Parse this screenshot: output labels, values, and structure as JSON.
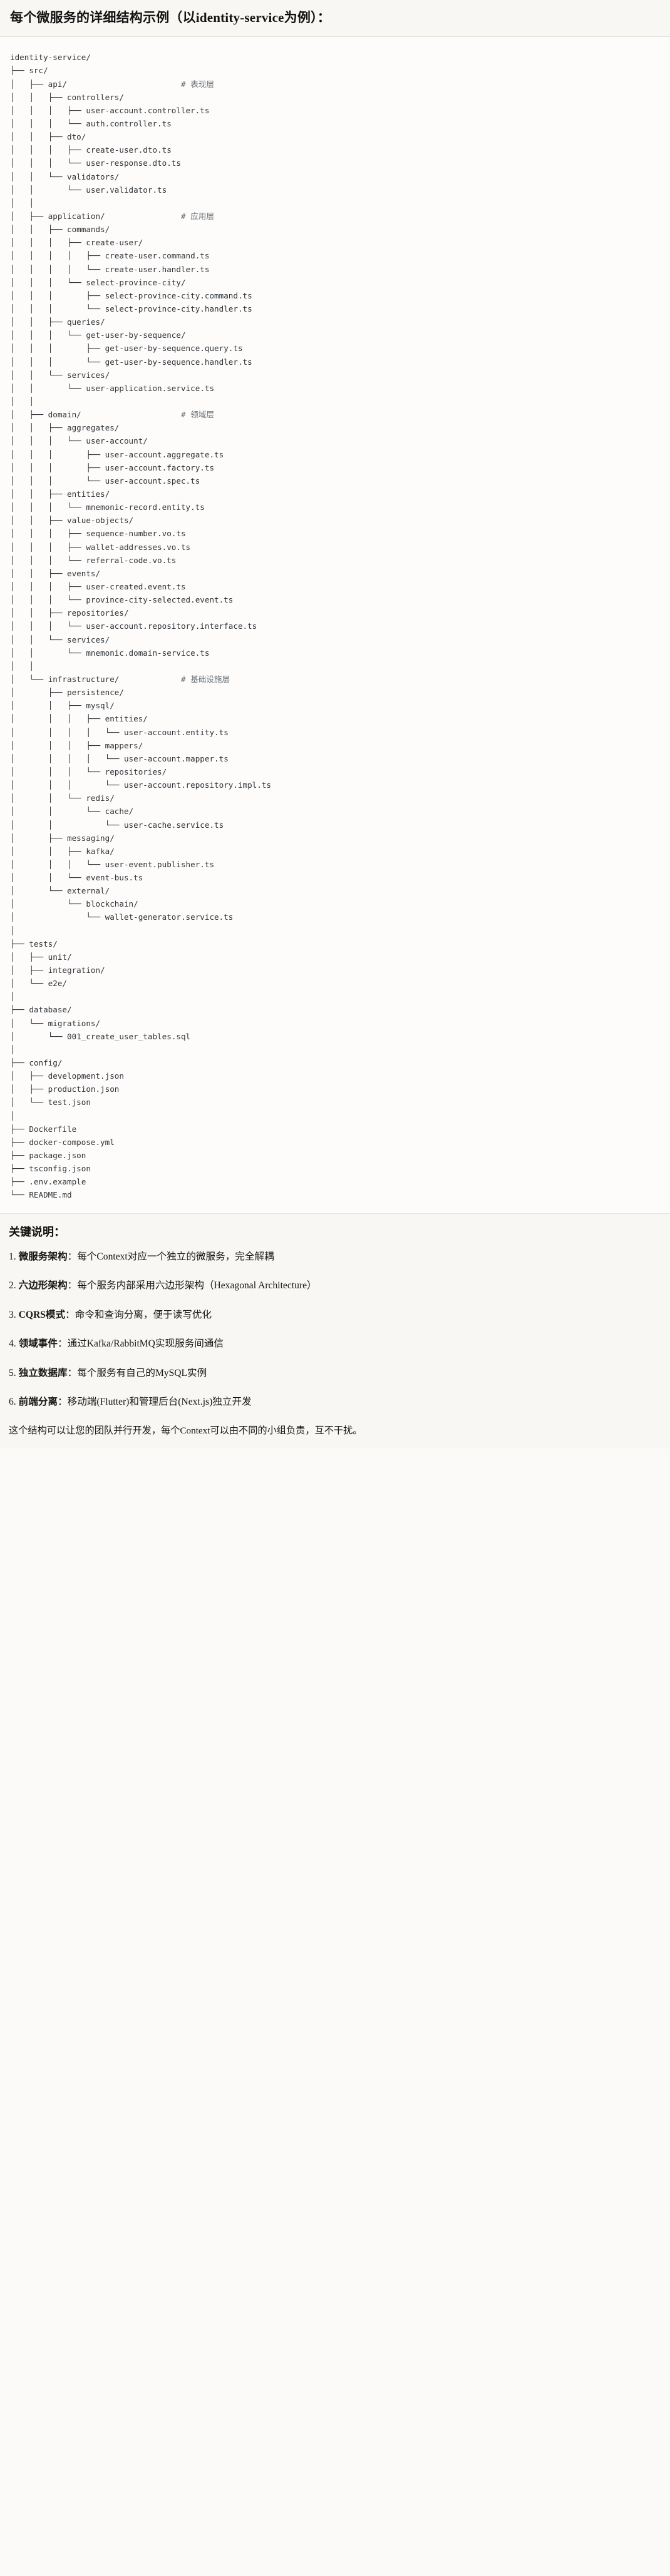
{
  "header": {
    "title": "每个微服务的详细结构示例（以identity-service为例）："
  },
  "tree": {
    "root": "identity-service/",
    "lines": [
      {
        "text": "identity-service/",
        "comment": ""
      },
      {
        "text": "├── src/",
        "comment": ""
      },
      {
        "text": "│   ├── api/",
        "comment": "# 表现层"
      },
      {
        "text": "│   │   ├── controllers/",
        "comment": ""
      },
      {
        "text": "│   │   │   ├── user-account.controller.ts",
        "comment": ""
      },
      {
        "text": "│   │   │   └── auth.controller.ts",
        "comment": ""
      },
      {
        "text": "│   │   ├── dto/",
        "comment": ""
      },
      {
        "text": "│   │   │   ├── create-user.dto.ts",
        "comment": ""
      },
      {
        "text": "│   │   │   └── user-response.dto.ts",
        "comment": ""
      },
      {
        "text": "│   │   └── validators/",
        "comment": ""
      },
      {
        "text": "│   │       └── user.validator.ts",
        "comment": ""
      },
      {
        "text": "│   │",
        "comment": ""
      },
      {
        "text": "│   ├── application/",
        "comment": "# 应用层"
      },
      {
        "text": "│   │   ├── commands/",
        "comment": ""
      },
      {
        "text": "│   │   │   ├── create-user/",
        "comment": ""
      },
      {
        "text": "│   │   │   │   ├── create-user.command.ts",
        "comment": ""
      },
      {
        "text": "│   │   │   │   └── create-user.handler.ts",
        "comment": ""
      },
      {
        "text": "│   │   │   └── select-province-city/",
        "comment": ""
      },
      {
        "text": "│   │   │       ├── select-province-city.command.ts",
        "comment": ""
      },
      {
        "text": "│   │   │       └── select-province-city.handler.ts",
        "comment": ""
      },
      {
        "text": "│   │   ├── queries/",
        "comment": ""
      },
      {
        "text": "│   │   │   └── get-user-by-sequence/",
        "comment": ""
      },
      {
        "text": "│   │   │       ├── get-user-by-sequence.query.ts",
        "comment": ""
      },
      {
        "text": "│   │   │       └── get-user-by-sequence.handler.ts",
        "comment": ""
      },
      {
        "text": "│   │   └── services/",
        "comment": ""
      },
      {
        "text": "│   │       └── user-application.service.ts",
        "comment": ""
      },
      {
        "text": "│   │",
        "comment": ""
      },
      {
        "text": "│   ├── domain/",
        "comment": "# 领域层"
      },
      {
        "text": "│   │   ├── aggregates/",
        "comment": ""
      },
      {
        "text": "│   │   │   └── user-account/",
        "comment": ""
      },
      {
        "text": "│   │   │       ├── user-account.aggregate.ts",
        "comment": ""
      },
      {
        "text": "│   │   │       ├── user-account.factory.ts",
        "comment": ""
      },
      {
        "text": "│   │   │       └── user-account.spec.ts",
        "comment": ""
      },
      {
        "text": "│   │   ├── entities/",
        "comment": ""
      },
      {
        "text": "│   │   │   └── mnemonic-record.entity.ts",
        "comment": ""
      },
      {
        "text": "│   │   ├── value-objects/",
        "comment": ""
      },
      {
        "text": "│   │   │   ├── sequence-number.vo.ts",
        "comment": ""
      },
      {
        "text": "│   │   │   ├── wallet-addresses.vo.ts",
        "comment": ""
      },
      {
        "text": "│   │   │   └── referral-code.vo.ts",
        "comment": ""
      },
      {
        "text": "│   │   ├── events/",
        "comment": ""
      },
      {
        "text": "│   │   │   ├── user-created.event.ts",
        "comment": ""
      },
      {
        "text": "│   │   │   └── province-city-selected.event.ts",
        "comment": ""
      },
      {
        "text": "│   │   ├── repositories/",
        "comment": ""
      },
      {
        "text": "│   │   │   └── user-account.repository.interface.ts",
        "comment": ""
      },
      {
        "text": "│   │   └── services/",
        "comment": ""
      },
      {
        "text": "│   │       └── mnemonic.domain-service.ts",
        "comment": ""
      },
      {
        "text": "│   │",
        "comment": ""
      },
      {
        "text": "│   └── infrastructure/",
        "comment": "# 基础设施层"
      },
      {
        "text": "│       ├── persistence/",
        "comment": ""
      },
      {
        "text": "│       │   ├── mysql/",
        "comment": ""
      },
      {
        "text": "│       │   │   ├── entities/",
        "comment": ""
      },
      {
        "text": "│       │   │   │   └── user-account.entity.ts",
        "comment": ""
      },
      {
        "text": "│       │   │   ├── mappers/",
        "comment": ""
      },
      {
        "text": "│       │   │   │   └── user-account.mapper.ts",
        "comment": ""
      },
      {
        "text": "│       │   │   └── repositories/",
        "comment": ""
      },
      {
        "text": "│       │   │       └── user-account.repository.impl.ts",
        "comment": ""
      },
      {
        "text": "│       │   └── redis/",
        "comment": ""
      },
      {
        "text": "│       │       └── cache/",
        "comment": ""
      },
      {
        "text": "│       │           └── user-cache.service.ts",
        "comment": ""
      },
      {
        "text": "│       ├── messaging/",
        "comment": ""
      },
      {
        "text": "│       │   ├── kafka/",
        "comment": ""
      },
      {
        "text": "│       │   │   └── user-event.publisher.ts",
        "comment": ""
      },
      {
        "text": "│       │   └── event-bus.ts",
        "comment": ""
      },
      {
        "text": "│       └── external/",
        "comment": ""
      },
      {
        "text": "│           └── blockchain/",
        "comment": ""
      },
      {
        "text": "│               └── wallet-generator.service.ts",
        "comment": ""
      },
      {
        "text": "│",
        "comment": ""
      },
      {
        "text": "├── tests/",
        "comment": ""
      },
      {
        "text": "│   ├── unit/",
        "comment": ""
      },
      {
        "text": "│   ├── integration/",
        "comment": ""
      },
      {
        "text": "│   └── e2e/",
        "comment": ""
      },
      {
        "text": "│",
        "comment": ""
      },
      {
        "text": "├── database/",
        "comment": ""
      },
      {
        "text": "│   └── migrations/",
        "comment": ""
      },
      {
        "text": "│       └── 001_create_user_tables.sql",
        "comment": ""
      },
      {
        "text": "│",
        "comment": ""
      },
      {
        "text": "├── config/",
        "comment": ""
      },
      {
        "text": "│   ├── development.json",
        "comment": ""
      },
      {
        "text": "│   ├── production.json",
        "comment": ""
      },
      {
        "text": "│   └── test.json",
        "comment": ""
      },
      {
        "text": "│",
        "comment": ""
      },
      {
        "text": "├── Dockerfile",
        "comment": ""
      },
      {
        "text": "├── docker-compose.yml",
        "comment": ""
      },
      {
        "text": "├── package.json",
        "comment": ""
      },
      {
        "text": "├── tsconfig.json",
        "comment": ""
      },
      {
        "text": "├── .env.example",
        "comment": ""
      },
      {
        "text": "└── README.md",
        "comment": ""
      }
    ]
  },
  "notes": {
    "title": "关键说明：",
    "items": [
      {
        "num": "1. ",
        "term": "微服务架构",
        "sep": "：",
        "desc": "每个Context对应一个独立的微服务，完全解耦"
      },
      {
        "num": "2. ",
        "term": "六边形架构",
        "sep": "：",
        "desc": "每个服务内部采用六边形架构（Hexagonal Architecture）"
      },
      {
        "num": "3. ",
        "term": "CQRS模式",
        "sep": "：",
        "desc": "命令和查询分离，便于读写优化"
      },
      {
        "num": "4. ",
        "term": "领域事件",
        "sep": "：",
        "desc": "通过Kafka/RabbitMQ实现服务间通信"
      },
      {
        "num": "5. ",
        "term": "独立数据库",
        "sep": "：",
        "desc": "每个服务有自己的MySQL实例"
      },
      {
        "num": "6. ",
        "term": "前端分离",
        "sep": "：",
        "desc": "移动端(Flutter)和管理后台(Next.js)独立开发"
      }
    ],
    "closing": "这个结构可以让您的团队并行开发，每个Context可以由不同的小组负责，互不干扰。"
  },
  "colors": {
    "page_background": "#fbfaf8",
    "header_background": "#f8f7f3",
    "code_background": "#fdfcfb",
    "text": "#1b1b1b",
    "code_text": "#2f3338",
    "comment_text": "#6b7076",
    "divider": "#e3e1dc"
  }
}
